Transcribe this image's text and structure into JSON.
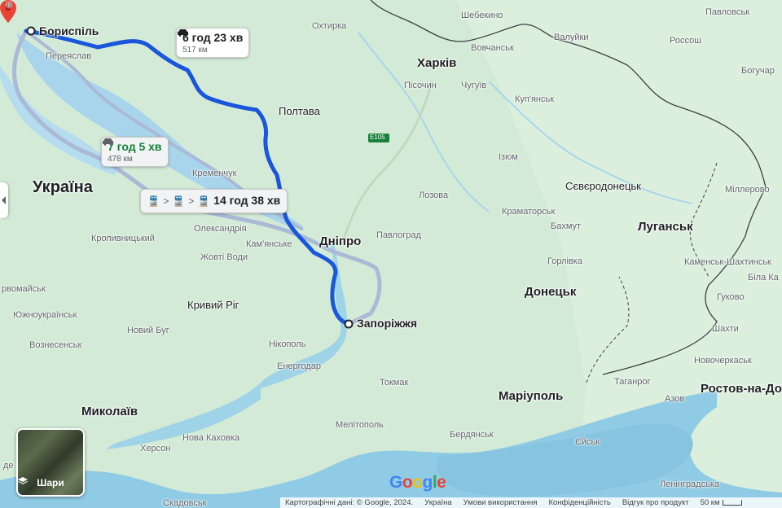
{
  "map": {
    "country_label": "Україна",
    "colors": {
      "land": "#cfe8d4",
      "water": "#9fd3e8",
      "route_main": "#1a56db",
      "route_alt": "#aab9d6",
      "border": "#3c4043",
      "pin": "#ea4335"
    },
    "routes": {
      "main": {
        "duration": "6 год 23 хв",
        "distance": "517 км"
      },
      "alt": {
        "duration": "7 год 5 хв",
        "distance": "478 км"
      },
      "transit": {
        "duration": "14 год 38 хв"
      }
    },
    "origin": "Бориспіль",
    "destination": "Запоріжжя",
    "places": {
      "pereyaslav": "Переяслав",
      "okhtyrka": "Охтирка",
      "shebekino": "Шебекино",
      "valuyki": "Валуйки",
      "vovchansk": "Вовчанськ",
      "pavlovsk": "Павловськ",
      "rossosh": "Россош",
      "bohuchar": "Богучар",
      "kharkiv": "Харків",
      "pisochyn": "Пісочин",
      "chuhuiv": "Чугуїв",
      "poltava": "Полтава",
      "kupiansk": "Куп'янськ",
      "kremenchuk": "Кременчук",
      "izium": "Ізюм",
      "lozova": "Лозова",
      "sievierodonetsk": "Сєвєродонецьк",
      "millerovo": "Міллерово",
      "kramatorsk": "Краматорськ",
      "bakhmut": "Бахмут",
      "luhansk": "Луганськ",
      "oleksandriia": "Олександрія",
      "kropyvnytskyi": "Кропивницький",
      "kamianske": "Кам'янське",
      "dnipro": "Дніпро",
      "pavlohrad": "Павлоград",
      "zhovti_vody": "Жовті Води",
      "horlivka": "Горлівка",
      "kamensk": "Каменськ-Шахтинськ",
      "bila_kalytva": "Біла Ка",
      "pervomaisk": "рвомайськ",
      "donetsk": "Донецьк",
      "hukovo": "Гуково",
      "yuzhnoukrainsk": "Южноукраїнськ",
      "kryvyi_rih": "Кривий Ріг",
      "novyi_buh": "Новий Буг",
      "shakhty": "Шахти",
      "voznesensk": "Вознесенськ",
      "nikopol": "Нікополь",
      "enerhodar": "Енергодар",
      "novocherkassk": "Новочеркаськ",
      "tokmak": "Токмак",
      "taganrog": "Таганрог",
      "rostov": "Ростов-на-До",
      "mariupol": "Маріуполь",
      "azov": "Азов",
      "mykolaiv": "Миколаїв",
      "melitopol": "Мелітополь",
      "berdiansk": "Бердянськ",
      "nova_kakhovka": "Нова Каховка",
      "kherson": "Херсон",
      "yeisk": "Єйськ",
      "leningradska": "Ленінградська",
      "skadovsk": "Скадовськ",
      "top_b": "в",
      "edge_de": "де",
      "e105": "E105"
    },
    "layers_label": "Шари",
    "logo": "Google"
  },
  "footer": {
    "attribution": "Картографічні дані: © Google, 2024.",
    "country": "Україна",
    "terms": "Умови використання",
    "privacy": "Конфіденційність",
    "feedback": "Відгук про продукт",
    "scale": "50 км"
  }
}
